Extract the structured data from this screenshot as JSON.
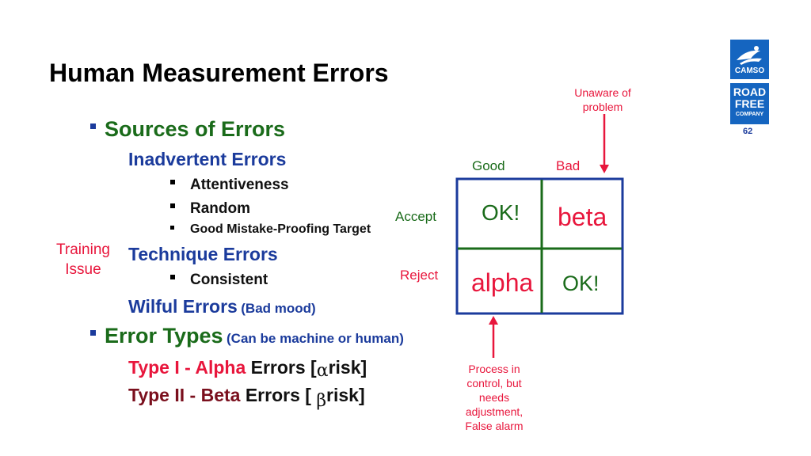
{
  "slide": {
    "title": "Human Measurement Errors",
    "page_number": "62"
  },
  "logo": {
    "top_label": "CAMSO",
    "bottom_line1": "ROAD",
    "bottom_line2": "FREE",
    "bottom_line3": "COMPANY"
  },
  "bullets": {
    "sources": "Sources of Errors",
    "inadvertent": "Inadvertent Errors",
    "attentiveness": "Attentiveness",
    "random": "Random",
    "mistake_proofing": "Good Mistake-Proofing Target",
    "technique": "Technique Errors",
    "consistent": "Consistent",
    "wilful": "Wilful Errors",
    "wilful_note": "(Bad mood)",
    "error_types": "Error Types",
    "error_types_note": "(Can be machine or human)",
    "type1_prefix": "Type I - Alpha",
    "type1_mid": "Errors [",
    "type1_symbol": "α",
    "type1_suffix": "risk]",
    "type2_prefix": "Type II - Beta",
    "type2_mid": "Errors [",
    "type2_symbol": "β",
    "type2_suffix": "risk]"
  },
  "side_note": {
    "line1": "Training",
    "line2": "Issue"
  },
  "matrix": {
    "col_good": "Good",
    "col_bad": "Bad",
    "row_accept": "Accept",
    "row_reject": "Reject",
    "cell_accept_good": "OK!",
    "cell_accept_bad": "beta",
    "cell_reject_good": "alpha",
    "cell_reject_bad": "OK!"
  },
  "annotations": {
    "top_line1": "Unaware of",
    "top_line2": "problem",
    "bottom_line1": "Process in",
    "bottom_line2": "control, but",
    "bottom_line3": "needs",
    "bottom_line4": "adjustment,",
    "bottom_line5": "False alarm"
  },
  "colors": {
    "green": "#1a6b1a",
    "navy": "#1b3b9c",
    "red": "#e8163c",
    "maroon": "#7a0f1d",
    "logo_blue": "#1565c0"
  }
}
